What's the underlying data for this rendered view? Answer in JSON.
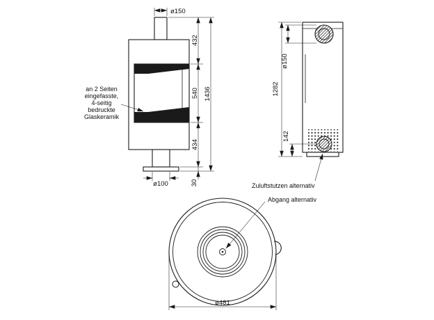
{
  "front": {
    "flue_diameter": "ø150",
    "dim_upper": "432",
    "dim_window": "540",
    "dim_lower": "434",
    "dim_base_height": "30",
    "dim_total_height": "1436",
    "pedestal_diameter": "ø100",
    "glass_note": {
      "line1": "an 2 Seiten",
      "line2": "eingefasste,",
      "line3": "4-seitig",
      "line4": "bedruckte",
      "line5": "Glaskeramik"
    }
  },
  "side": {
    "flue_diameter": "ø150",
    "dim_flue_height": "1282",
    "dim_inlet_height": "142"
  },
  "top": {
    "outer_diameter": "ø481"
  },
  "callouts": {
    "air_inlet": "Zuluftstutzen alternativ",
    "flue_outlet": "Abgang alternativ"
  }
}
